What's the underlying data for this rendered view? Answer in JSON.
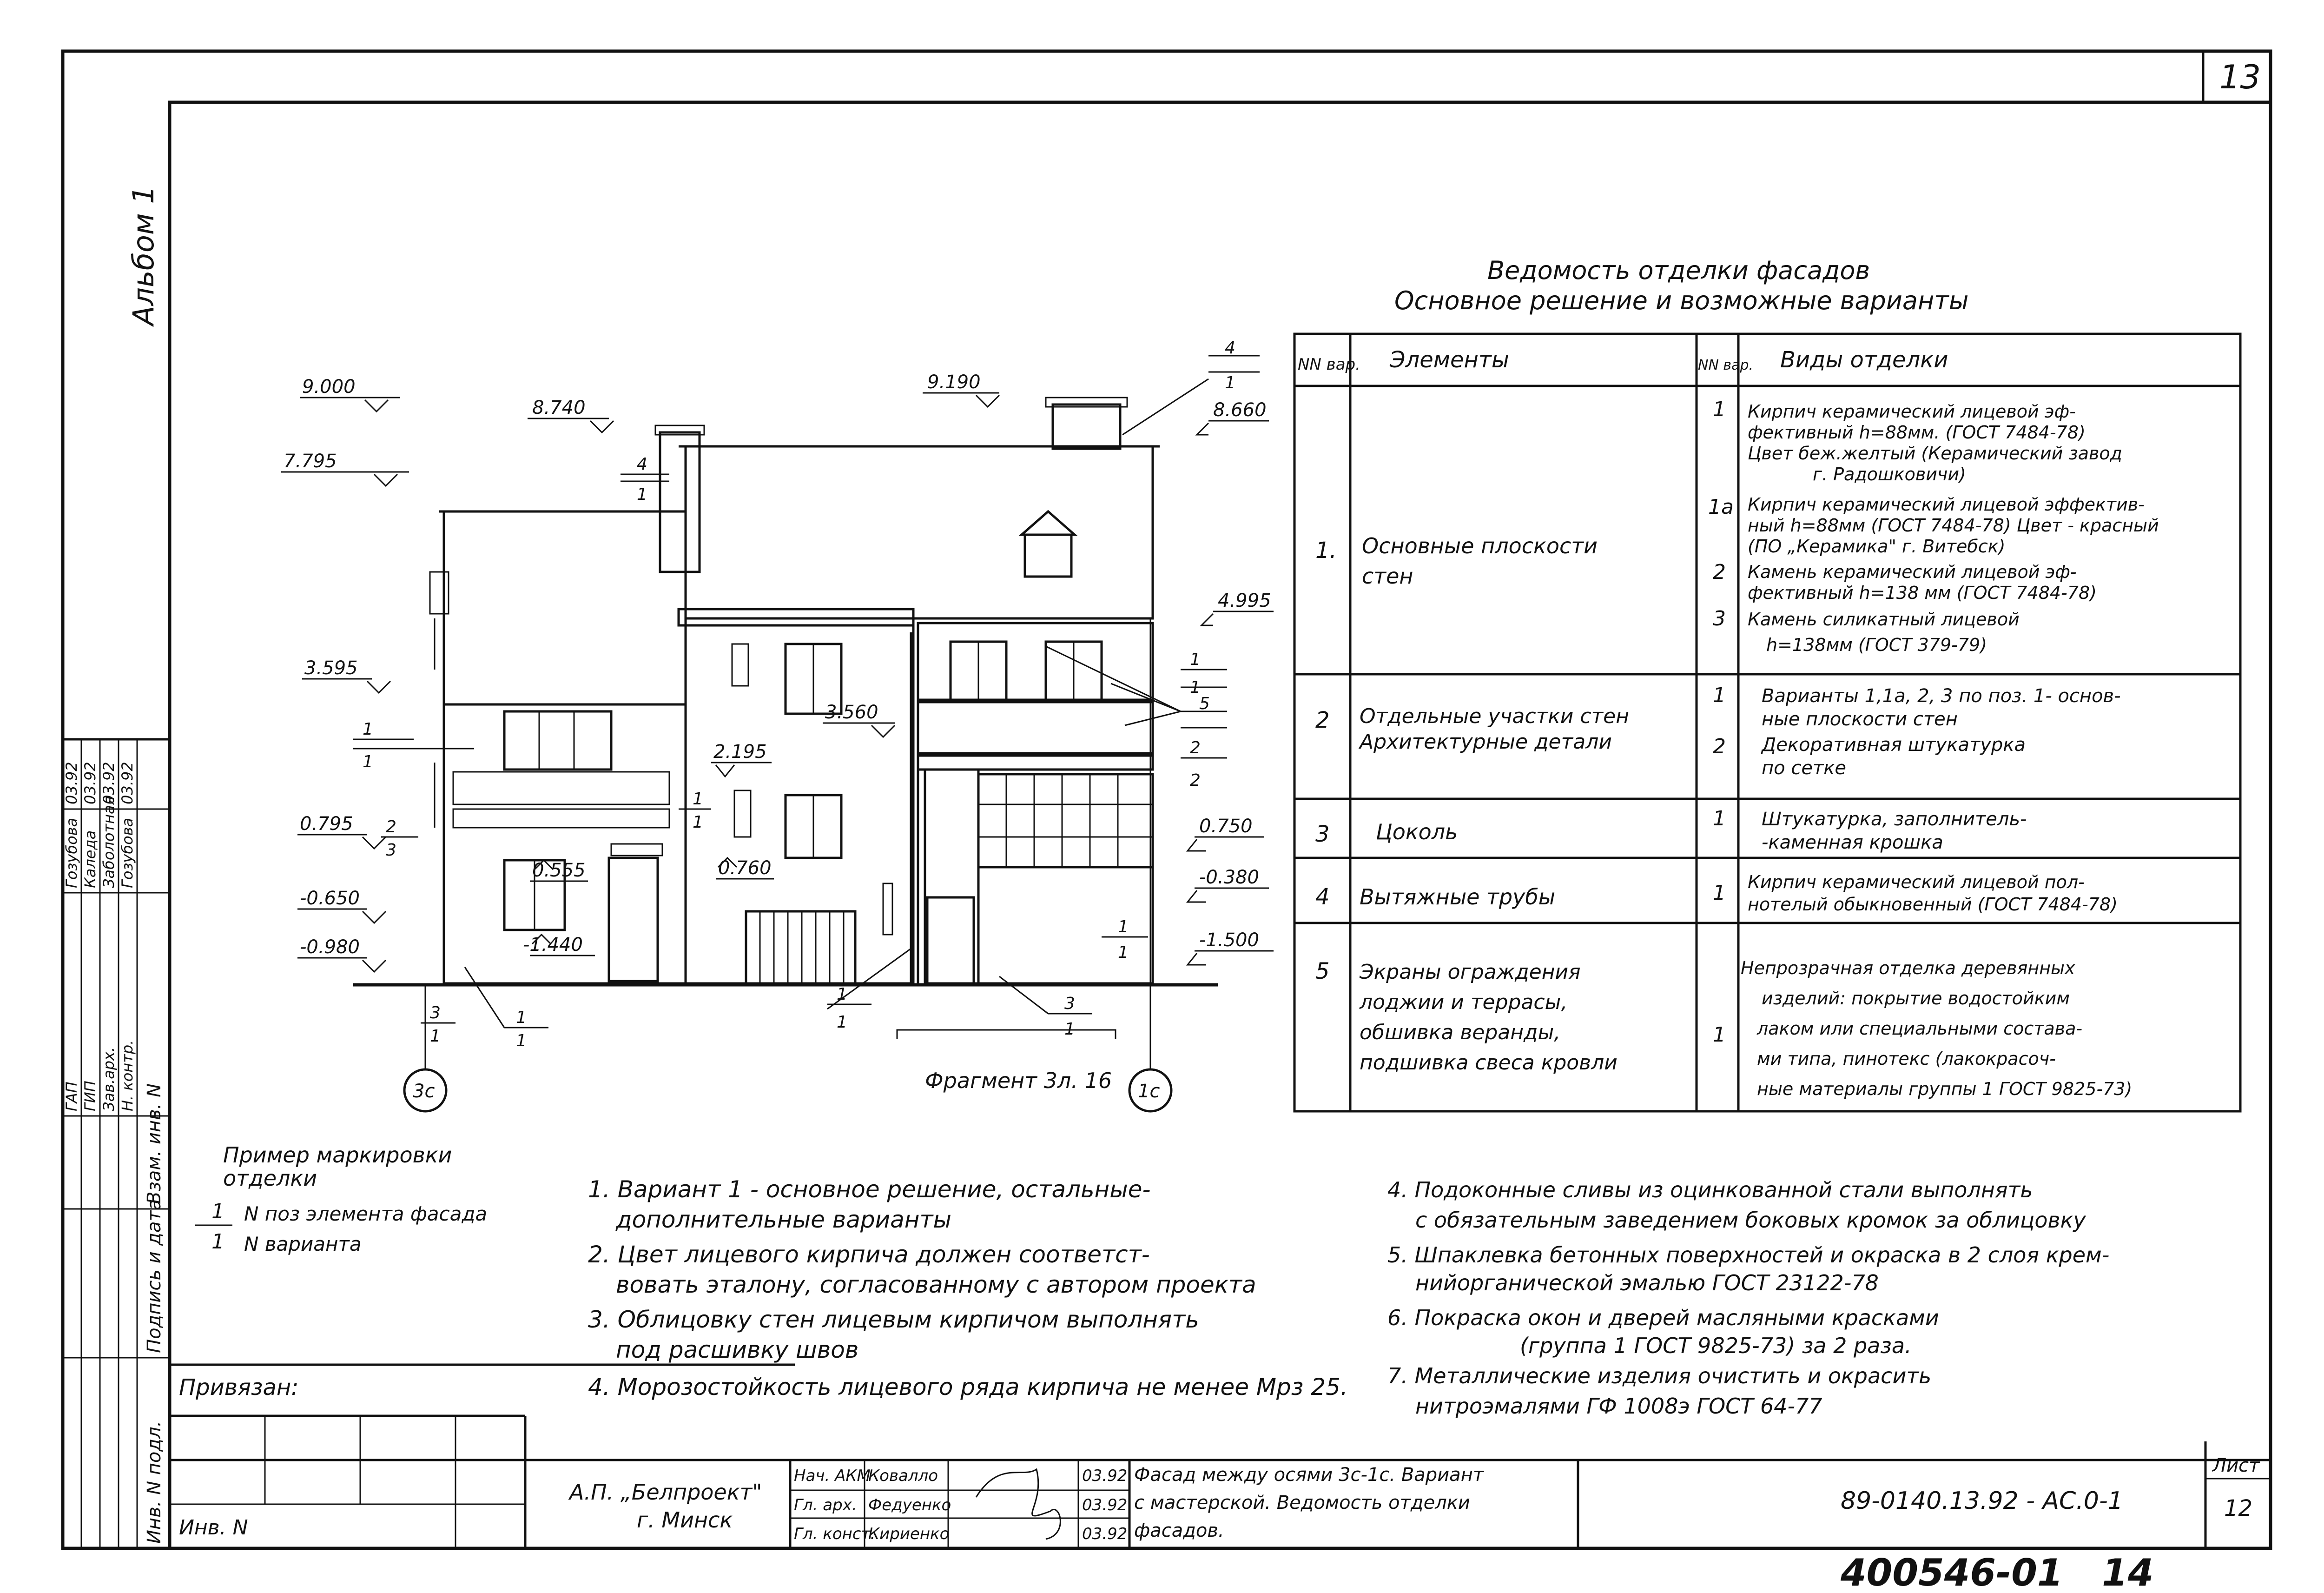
{
  "sheet": {
    "page_corner": "13",
    "album": "Альбом 1",
    "stamp": "400546-01   14"
  },
  "table": {
    "title_line1": "Ведомость отделки фасадов",
    "title_line2": "Основное решение и возможные варианты",
    "header": {
      "nn": "NN вар.",
      "elements": "Элементы",
      "var": "NN вар.",
      "finish": "Виды отделки"
    },
    "rows": [
      {
        "num": "1.",
        "element": [
          "Основные плоскости",
          "стен"
        ],
        "vars": [
          "1",
          "1а",
          "2",
          "3"
        ],
        "finish": [
          "Кирпич керамический лицевой эф-",
          "фективный h=88мм. (ГОСТ 7484-78)",
          "Цвет беж.желтый (Керамический завод",
          "г. Радошковичи)",
          "Кирпич керамический лицевой эффектив-",
          "ный h=88мм (ГОСТ 7484-78) Цвет - красный",
          "(ПО „Керамика\" г. Витебск)",
          "Камень керамический лицевой эф-",
          "фективный h=138 мм (ГОСТ 7484-78)",
          "Камень силикатный лицевой",
          "h=138мм (ГОСТ 379-79)"
        ]
      },
      {
        "num": "2",
        "element": [
          "Отдельные участки стен",
          "Архитектурные детали"
        ],
        "vars": [
          "1",
          "2"
        ],
        "finish": [
          "Варианты 1,1а, 2, 3 по поз. 1- основ-",
          "ные плоскости стен",
          "Декоративная штукатурка",
          "по сетке"
        ]
      },
      {
        "num": "3",
        "element": [
          "Цоколь"
        ],
        "vars": [
          "1"
        ],
        "finish": [
          "Штукатурка, заполнитель-",
          "-каменная крошка"
        ]
      },
      {
        "num": "4",
        "element": [
          "Вытяжные трубы"
        ],
        "vars": [
          "1"
        ],
        "finish": [
          "Кирпич керамический лицевой пол-",
          "нотелый обыкновенный (ГОСТ 7484-78)"
        ]
      },
      {
        "num": "5",
        "element": [
          "Экраны ограждения",
          "лоджии и террасы,",
          "обшивка веранды,",
          "подшивка свеса кровли"
        ],
        "vars": [
          "1"
        ],
        "finish": [
          "Непрозрачная отделка деревянных",
          "изделий: покрытие водостойким",
          "лаком или специальными состава-",
          "ми типа, пинотекс (лакокрасоч-",
          "ные материалы группы 1 ГОСТ 9825-73)"
        ]
      }
    ]
  },
  "elevation": {
    "marks": {
      "m9000": "9.000",
      "m7795": "7.795",
      "m8740": "8.740",
      "m9190": "9.190",
      "m8660": "8.660",
      "m4995": "4.995",
      "m3595": "3.595",
      "m3560": "3.560",
      "m2195": "2.195",
      "m0795": "0.795",
      "m0555": "0.555",
      "m0760": "0.760",
      "m0750": "0.750",
      "m_0380": "-0.380",
      "m_0650": "-0.650",
      "m_0980": "-0.980",
      "m_1440": "-1.440",
      "m_1500": "-1.500"
    },
    "axes": {
      "left": "3с",
      "right": "1с"
    },
    "fragment_label": "Фрагмент 3л. 16"
  },
  "marking_example": {
    "title_line1": "Пример маркировки",
    "title_line2": "отделки",
    "line1": "N поз элемента фасада",
    "line2": "N варианта"
  },
  "notes_left": [
    "1. Вариант 1 - основное решение, остальные-",
    "дополнительные варианты",
    "2. Цвет лицевого кирпича    должен соответст-",
    "вовать эталону, согласованному с автором проекта",
    "3. Облицовку стен лицевым кирпичом выполнять",
    "под расшивку швов",
    "4. Морозостойкость лицевого ряда кирпича не менее Мрз 25."
  ],
  "notes_right": [
    "4. Подоконные сливы из оцинкованной стали выполнять",
    "с обязательным заведением боковых кромок за облицовку",
    "5. Шпаклевка бетонных поверхностей и окраска в 2 слоя крем-",
    "нийорганической эмалью ГОСТ 23122-78",
    "6. Покраска окон и дверей масляными красками",
    "(группа 1 ГОСТ 9825-73) за 2 раза.",
    "7. Металлические изделия очистить и окрасить",
    "нитроэмалями ГФ 1008э ГОСТ 64-77"
  ],
  "side_block": {
    "rows": [
      {
        "role": "ГАП",
        "name": "Гозубова",
        "date": "03.92"
      },
      {
        "role": "ГИП",
        "name": "Каледа",
        "date": "03.92"
      },
      {
        "role": "Зав.арх.",
        "name": "Заболотная",
        "date": "03.92"
      },
      {
        "role": "Н. контр.",
        "name": "Гозубова",
        "date": "03.92"
      }
    ],
    "labels": [
      "Взам. инв. N",
      "Подпись и дата",
      "Инв. N подл."
    ]
  },
  "bound": "Привязан:",
  "inv_no": "Инв. N",
  "title_block": {
    "org_line1": "А.П. „Белпроект\"",
    "org_line2": "г. Минск",
    "staff": [
      {
        "role": "Нач. АКМ",
        "name": "Ковалло",
        "date": "03.92"
      },
      {
        "role": "Гл. арх.",
        "name": "Федуенко",
        "date": "03.92"
      },
      {
        "role": "Гл. конст.",
        "name": "Кириенко",
        "date": "03.92"
      }
    ],
    "title": [
      "Фасад между осями 3с-1с. Вариант",
      "с мастерской. Ведомость отделки",
      "фасадов."
    ],
    "code": "89-0140.13.92 - АС.0-1",
    "sheet_label": "Лист",
    "sheet_no": "12"
  }
}
